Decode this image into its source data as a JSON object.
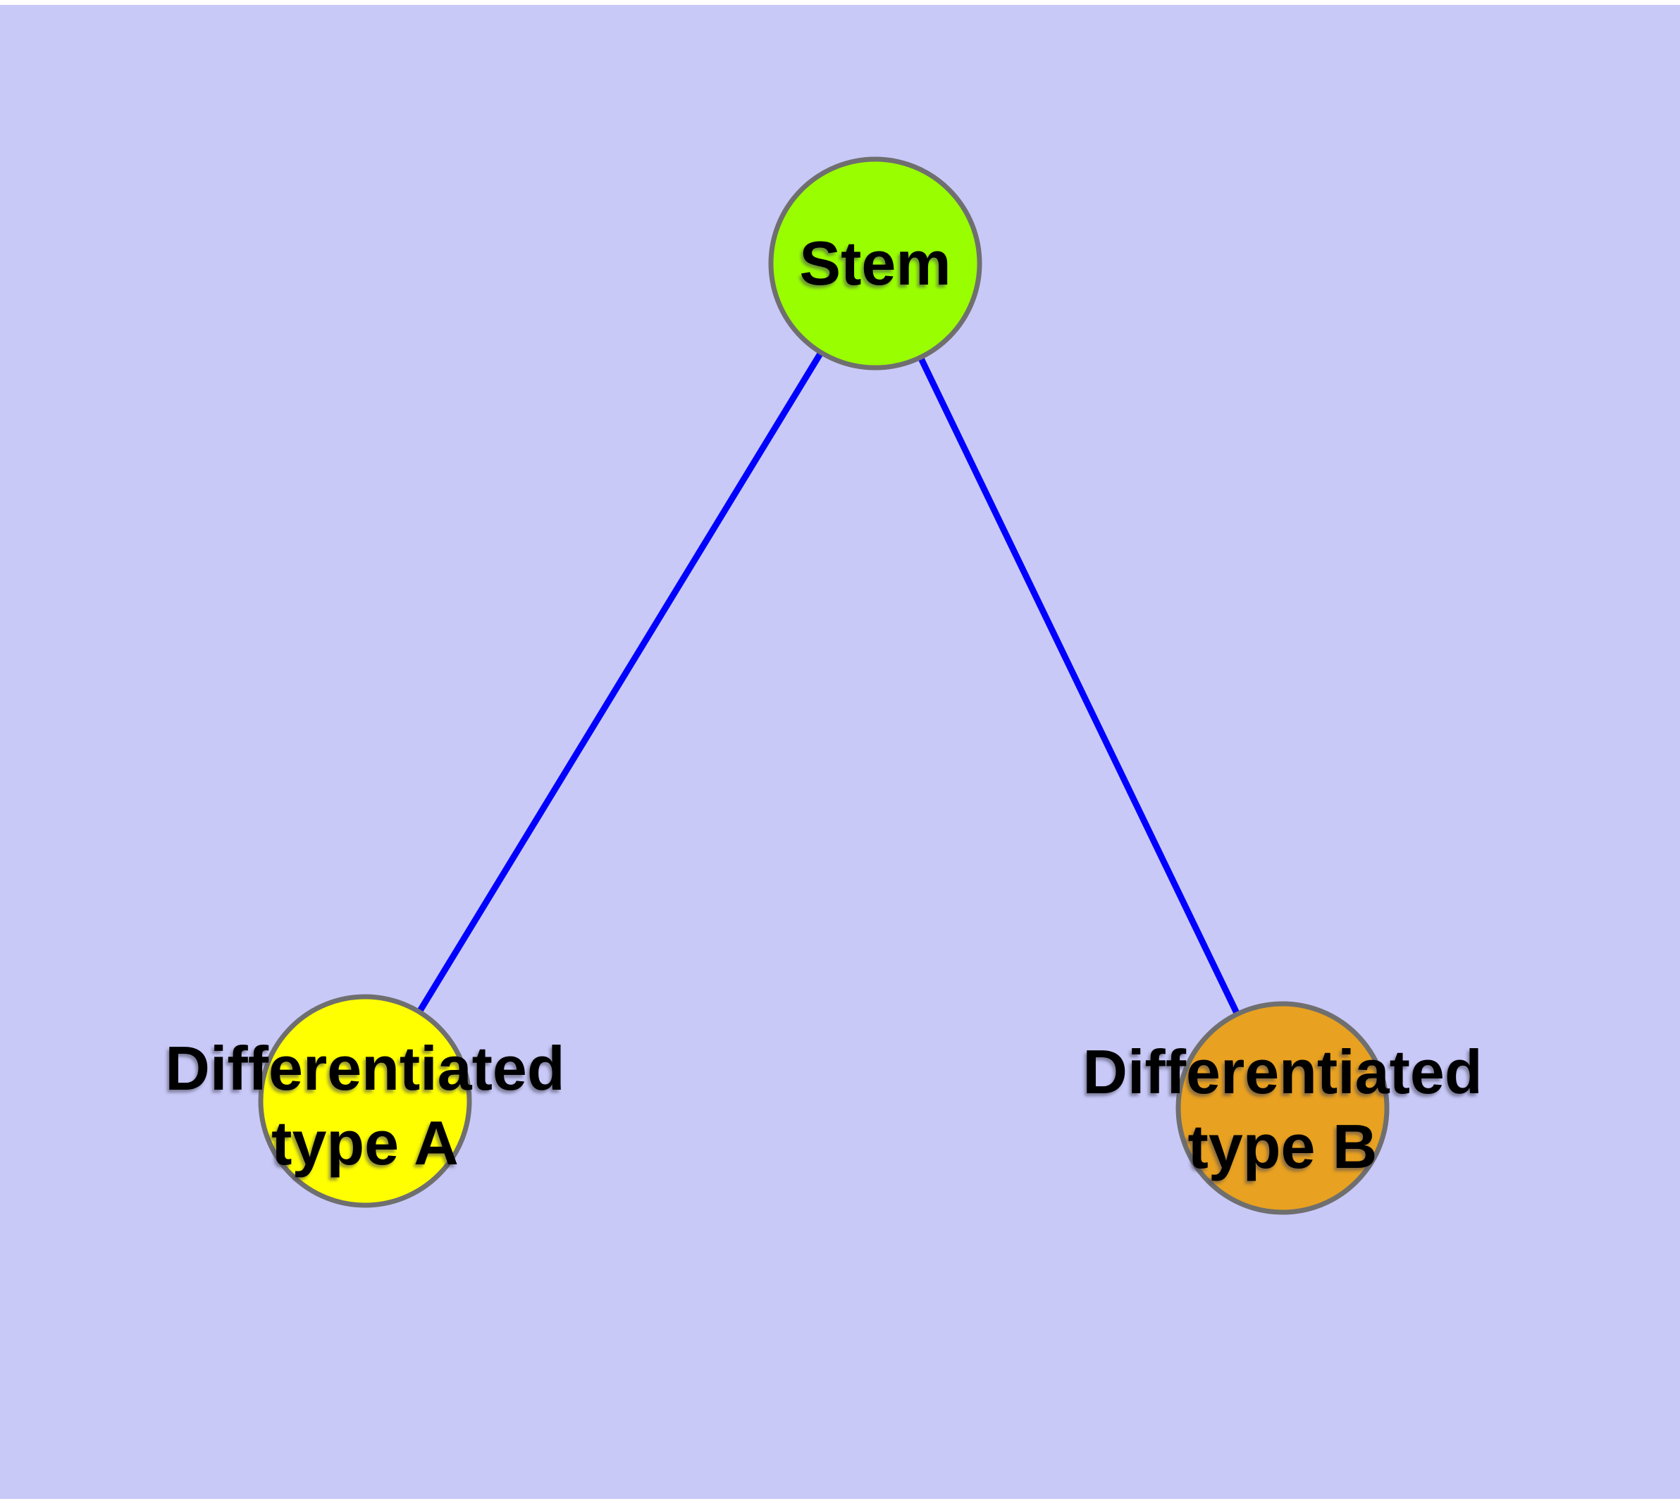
{
  "figure": {
    "background_color": "#ffffff",
    "plot_background_color": "#c9c9f8"
  },
  "graph": {
    "nodes": [
      {
        "id": "stem",
        "lines": [
          "Stem"
        ],
        "color": "#99ff00",
        "border_color": "#6f6f6f"
      },
      {
        "id": "differentiated-type-a",
        "lines": [
          "Differentiated",
          "type A"
        ],
        "color": "#ffff00",
        "border_color": "#6f6f6f"
      },
      {
        "id": "differentiated-type-b",
        "lines": [
          "Differentiated",
          "type B"
        ],
        "color": "#e8a120",
        "border_color": "#6f6f6f"
      }
    ],
    "edges": [
      {
        "from": "stem",
        "to": "differentiated-type-a",
        "color": "#0000ff"
      },
      {
        "from": "stem",
        "to": "differentiated-type-b",
        "color": "#0000ff"
      }
    ]
  }
}
